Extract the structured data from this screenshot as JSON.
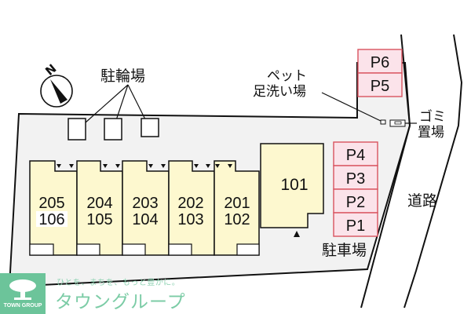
{
  "compass": {
    "north_label": "N"
  },
  "labels": {
    "bicycle_parking": "駐輪場",
    "pet_foot_wash_line1": "ペット",
    "pet_foot_wash_line2": "足洗い場",
    "garbage_line1": "ゴミ",
    "garbage_line2": "置場",
    "road": "道路",
    "car_parking": "駐車場"
  },
  "units": [
    {
      "upper": "205",
      "lower": "106"
    },
    {
      "upper": "204",
      "lower": "105"
    },
    {
      "upper": "203",
      "lower": "104"
    },
    {
      "upper": "202",
      "lower": "103"
    },
    {
      "upper": "201",
      "lower": "102"
    }
  ],
  "unit_101": {
    "label": "101"
  },
  "parking_spaces": {
    "top": [
      "P6",
      "P5"
    ],
    "right": [
      "P4",
      "P3",
      "P2",
      "P1"
    ]
  },
  "brand": {
    "english": "TOWN GROUP",
    "tagline": "ひとを、まちを、もっと豊かに。",
    "name": "タウングループ"
  },
  "colors": {
    "lot": "#f2f2f2",
    "unit_fill": "#fdf8cf",
    "parking_fill": "#fbe3ea",
    "parking_border": "#d9535f",
    "brand_green": "#6cc49a"
  }
}
